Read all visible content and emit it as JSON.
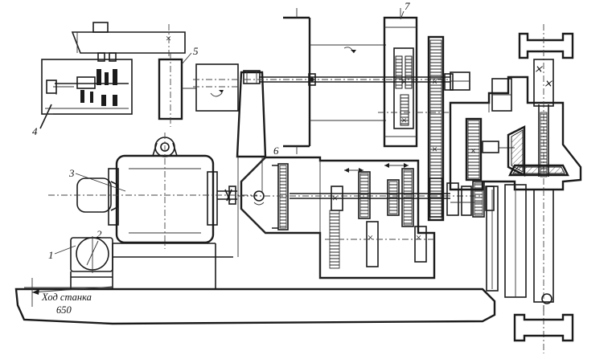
{
  "labels": {
    "n1": "1",
    "n2": "2",
    "n3": "3",
    "n4": "4",
    "n5": "5",
    "n6": "6",
    "n7": "7"
  },
  "caption": {
    "line1": "Ход станка",
    "line2": "650"
  }
}
